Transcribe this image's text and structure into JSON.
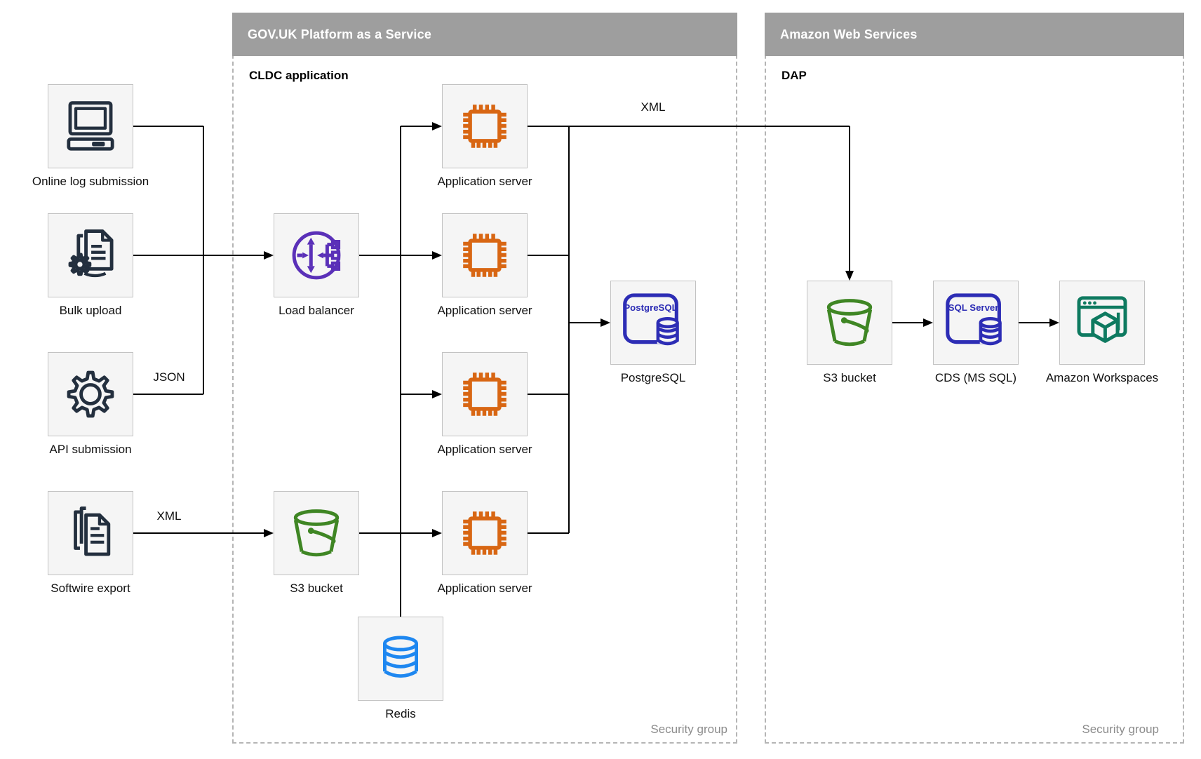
{
  "containers": {
    "paas": {
      "title": "GOV.UK Platform as a Service",
      "sublabel": "CLDC application",
      "footer": "Security group"
    },
    "aws": {
      "title": "Amazon Web Services",
      "sublabel": "DAP",
      "footer": "Security group"
    }
  },
  "nodes": {
    "online_log": {
      "label": "Online log submission",
      "icon": "computer-icon"
    },
    "bulk_upload": {
      "label": "Bulk upload",
      "icon": "documents-gear-icon"
    },
    "api_submission": {
      "label": "API submission",
      "icon": "gear-icon"
    },
    "softwire_export": {
      "label": "Softwire export",
      "icon": "documents-icon"
    },
    "load_balancer": {
      "label": "Load balancer",
      "icon": "load-balancer-icon"
    },
    "app_server_1": {
      "label": "Application server",
      "icon": "chip-icon"
    },
    "app_server_2": {
      "label": "Application server",
      "icon": "chip-icon"
    },
    "app_server_3": {
      "label": "Application server",
      "icon": "chip-icon"
    },
    "app_server_4": {
      "label": "Application server",
      "icon": "chip-icon"
    },
    "s3_bucket_paas": {
      "label": "S3 bucket",
      "icon": "bucket-icon"
    },
    "redis": {
      "label": "Redis",
      "icon": "database-icon"
    },
    "postgresql": {
      "label": "PostgreSQL",
      "icon": "postgresql-icon",
      "icon_text": "PostgreSQL"
    },
    "s3_bucket_aws": {
      "label": "S3 bucket",
      "icon": "bucket-icon"
    },
    "cds": {
      "label": "CDS (MS SQL)",
      "icon": "sql-server-icon",
      "icon_text": "SQL Server"
    },
    "workspaces": {
      "label": "Amazon Workspaces",
      "icon": "workspaces-icon"
    }
  },
  "edge_labels": {
    "json_api": "JSON",
    "xml_softwire": "XML",
    "xml_app_to_s3": "XML"
  },
  "connections": [
    {
      "from": "online_log",
      "to": "load_balancer",
      "label": ""
    },
    {
      "from": "bulk_upload",
      "to": "load_balancer",
      "label": ""
    },
    {
      "from": "api_submission",
      "to": "load_balancer",
      "label": "JSON"
    },
    {
      "from": "softwire_export",
      "to": "s3_bucket_paas",
      "label": "XML"
    },
    {
      "from": "load_balancer",
      "to": "app_server_1",
      "label": ""
    },
    {
      "from": "load_balancer",
      "to": "app_server_2",
      "label": ""
    },
    {
      "from": "load_balancer",
      "to": "app_server_3",
      "label": ""
    },
    {
      "from": "load_balancer",
      "to": "app_server_4",
      "label": ""
    },
    {
      "from": "s3_bucket_paas",
      "to": "app_server_4",
      "label": ""
    },
    {
      "from": "load_balancer_bus",
      "to": "redis",
      "label": ""
    },
    {
      "from": "app_servers",
      "to": "postgresql",
      "label": ""
    },
    {
      "from": "app_server_1",
      "to": "s3_bucket_aws",
      "label": "XML"
    },
    {
      "from": "s3_bucket_aws",
      "to": "cds",
      "label": ""
    },
    {
      "from": "cds",
      "to": "workspaces",
      "label": ""
    }
  ],
  "colors": {
    "header_gray": "#9e9e9e",
    "navy": "#232f3e",
    "purple": "#5a30b8",
    "orange": "#d86613",
    "green": "#3f8624",
    "redis_blue": "#1e87f0",
    "indigo": "#2d2db5",
    "teal": "#0e7a60",
    "footer_gray": "#8c8c8c"
  }
}
